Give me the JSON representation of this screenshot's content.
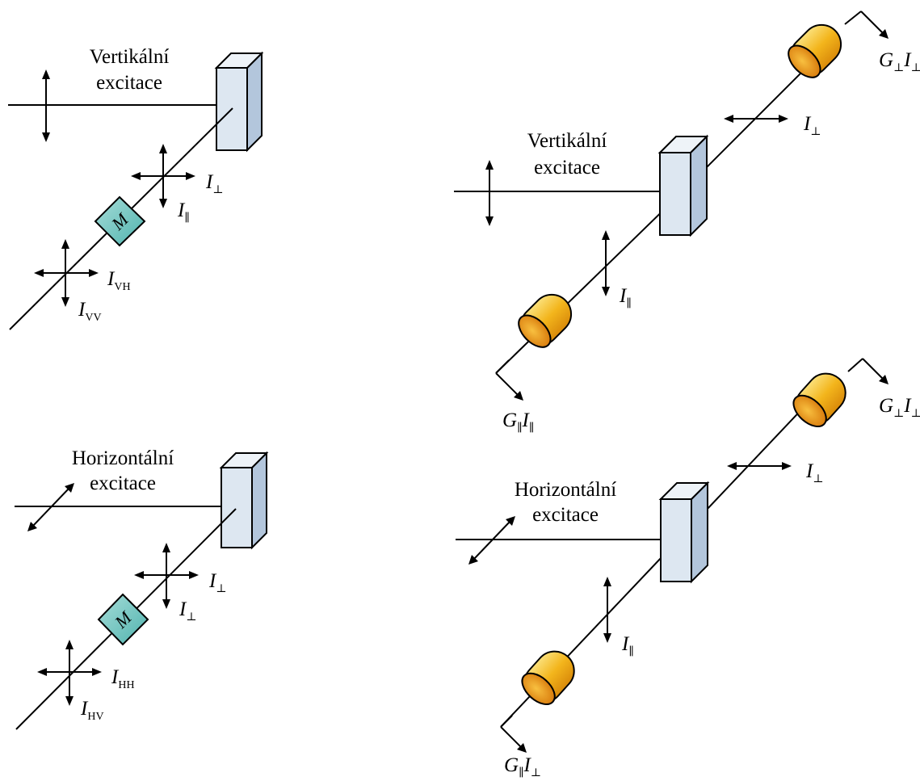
{
  "panels": {
    "tl": {
      "excitation_line1": "Vertikální",
      "excitation_line2": "excitace",
      "lbl_a_main": "I",
      "lbl_a_sub": "⊥",
      "lbl_b_main": "I",
      "lbl_b_sub": "∥",
      "monochromator": "M",
      "lbl_c_main": "I",
      "lbl_c_sub": "VH",
      "lbl_d_main": "I",
      "lbl_d_sub": "VV"
    },
    "bl": {
      "excitation_line1": "Horizontální",
      "excitation_line2": "excitace",
      "lbl_a_main": "I",
      "lbl_a_sub": "⊥",
      "lbl_b_main": "I",
      "lbl_b_sub": "⊥",
      "monochromator": "M",
      "lbl_c_main": "I",
      "lbl_c_sub": "HH",
      "lbl_d_main": "I",
      "lbl_d_sub": "HV"
    },
    "tr": {
      "excitation_line1": "Vertikální",
      "excitation_line2": "excitace",
      "lbl_upper_main": "I",
      "lbl_upper_sub": "⊥",
      "lbl_lower_main": "I",
      "lbl_lower_sub": "∥",
      "det_upper_g": "G",
      "det_upper_g_sub": "⊥",
      "det_upper_i": "I",
      "det_upper_i_sub": "⊥",
      "det_lower_g": "G",
      "det_lower_g_sub": "∥",
      "det_lower_i": "I",
      "det_lower_i_sub": "∥"
    },
    "br": {
      "excitation_line1": "Horizontální",
      "excitation_line2": "excitace",
      "lbl_upper_main": "I",
      "lbl_upper_sub": "⊥",
      "lbl_lower_main": "I",
      "lbl_lower_sub": "∥",
      "det_upper_g": "G",
      "det_upper_g_sub": "⊥",
      "det_upper_i": "I",
      "det_upper_i_sub": "⊥",
      "det_lower_g": "G",
      "det_lower_g_sub": "∥",
      "det_lower_i": "I",
      "det_lower_i_sub": "⊥"
    }
  },
  "colors": {
    "cuvette_face": "#dde7f1",
    "cuvette_side": "#b3c6dc",
    "monochromator_fill": "#6fc2be",
    "detector_body": "#f3b51c",
    "detector_cap": "#e8900c",
    "line": "#000000"
  }
}
